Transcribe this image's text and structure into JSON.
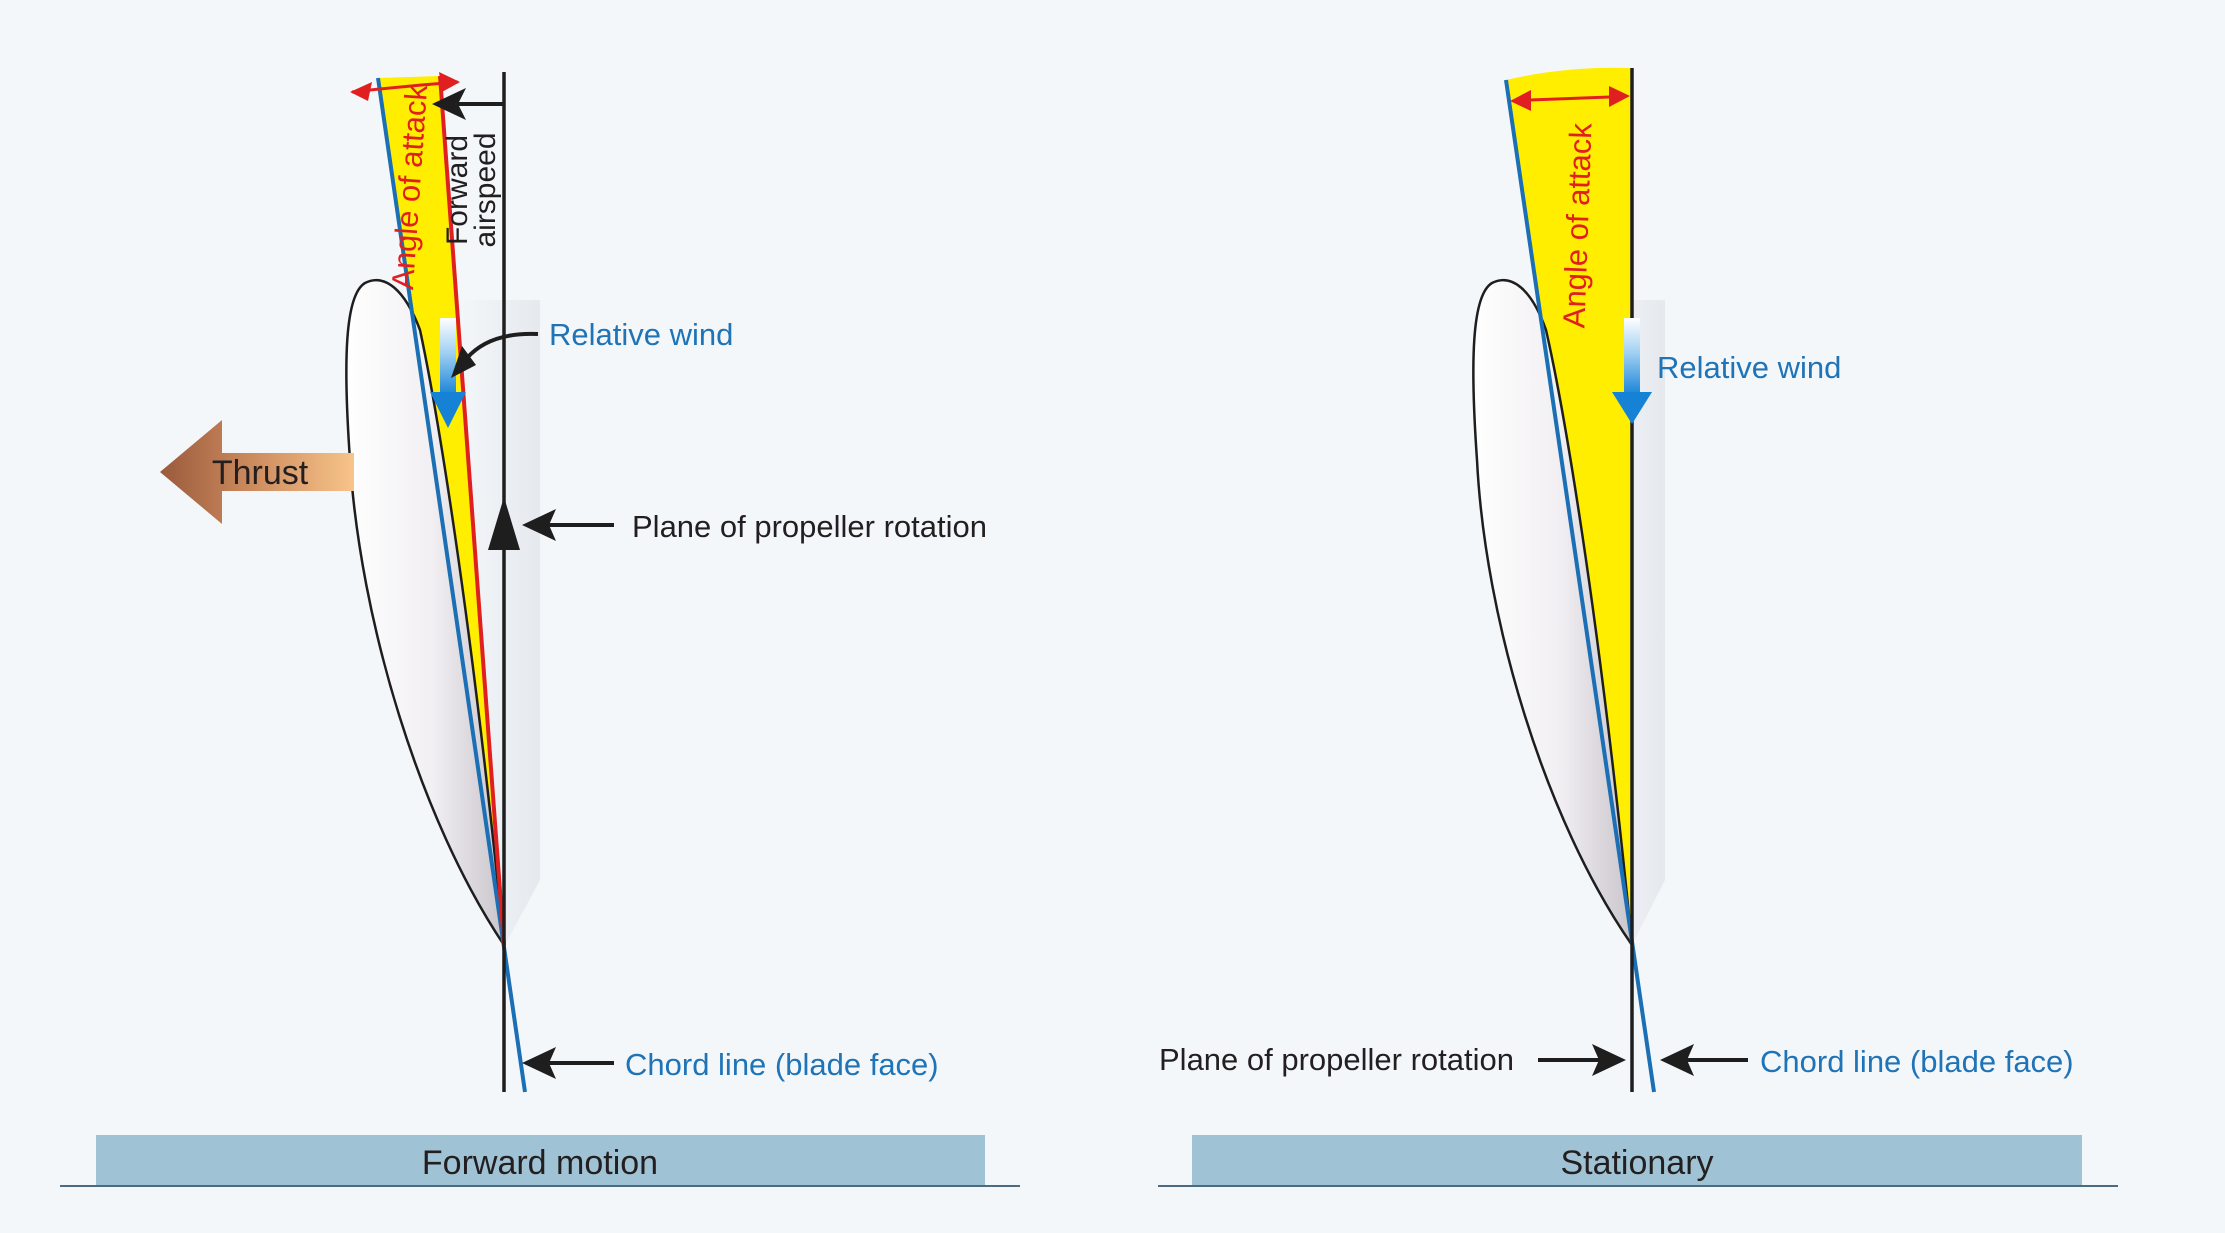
{
  "colors": {
    "background": "#f4f7fa",
    "chord_line": "#1a6fb5",
    "relative_wind_line": "#e02020",
    "angle_fill": "#ffee00",
    "label_blue": "#1f73b7",
    "label_black": "#231f20",
    "label_red": "#e02020",
    "caption_bar": "#9fc2d4",
    "thrust_dark": "#9a5a3c",
    "thrust_light": "#f7c48a"
  },
  "forward": {
    "caption": "Forward motion",
    "angle_of_attack": "Angle of attack",
    "forward_airspeed_line1": "Forward",
    "forward_airspeed_line2": "airspeed",
    "relative_wind": "Relative wind",
    "thrust": "Thrust",
    "plane_of_rotation": "Plane of propeller rotation",
    "chord_line": "Chord line (blade face)"
  },
  "stationary": {
    "caption": "Stationary",
    "angle_of_attack": "Angle of attack",
    "relative_wind": "Relative wind",
    "plane_of_rotation": "Plane of propeller rotation",
    "chord_line": "Chord line (blade face)"
  }
}
